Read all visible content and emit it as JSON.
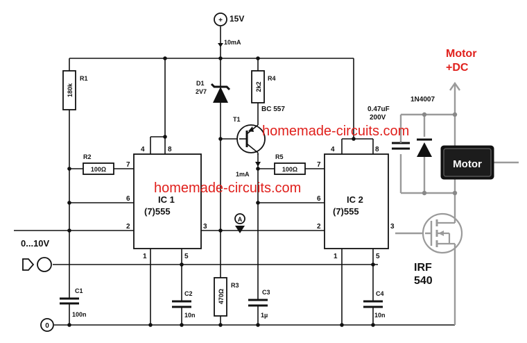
{
  "supply": {
    "voltage": "15V",
    "current": "10mA"
  },
  "ground": {
    "symbol": "0"
  },
  "input": {
    "range": "0...10V",
    "node_a": "A"
  },
  "motor": {
    "title_line1": "Motor",
    "title_line2": "+DC",
    "body": "Motor"
  },
  "watermark": {
    "top": "homemade-circuits.com",
    "middle": "homemade-circuits.com"
  },
  "ic1": {
    "name": "IC 1",
    "type": "(7)555",
    "pin1": "1",
    "pin2": "2",
    "pin3": "3",
    "pin4": "4",
    "pin5": "5",
    "pin6": "6",
    "pin7": "7",
    "pin8": "8"
  },
  "ic2": {
    "name": "IC 2",
    "type": "(7)555",
    "pin1": "1",
    "pin2": "2",
    "pin3": "3",
    "pin4": "4",
    "pin5": "5",
    "pin6": "6",
    "pin7": "7",
    "pin8": "8"
  },
  "components": {
    "r1": {
      "name": "R1",
      "value": "180k"
    },
    "r2": {
      "name": "R2",
      "value": "100Ω"
    },
    "r3": {
      "name": "R3",
      "value": "470Ω"
    },
    "r4": {
      "name": "R4",
      "value": "2k2"
    },
    "r5": {
      "name": "R5",
      "value": "100Ω"
    },
    "c1": {
      "name": "C1",
      "value": "100n"
    },
    "c2": {
      "name": "C2",
      "value": "10n"
    },
    "c3": {
      "name": "C3",
      "value": "1µ"
    },
    "c4": {
      "name": "C4",
      "value": "10n"
    },
    "d1": {
      "name": "D1",
      "value": "2V7"
    },
    "t1": {
      "name": "T1",
      "value": "BC 557",
      "current": "1mA"
    },
    "cap_motor": {
      "line1": "0.47uF",
      "line2": "200V"
    },
    "diode_motor": {
      "value": "1N4007"
    },
    "mosfet": {
      "line1": "IRF",
      "line2": "540"
    }
  }
}
